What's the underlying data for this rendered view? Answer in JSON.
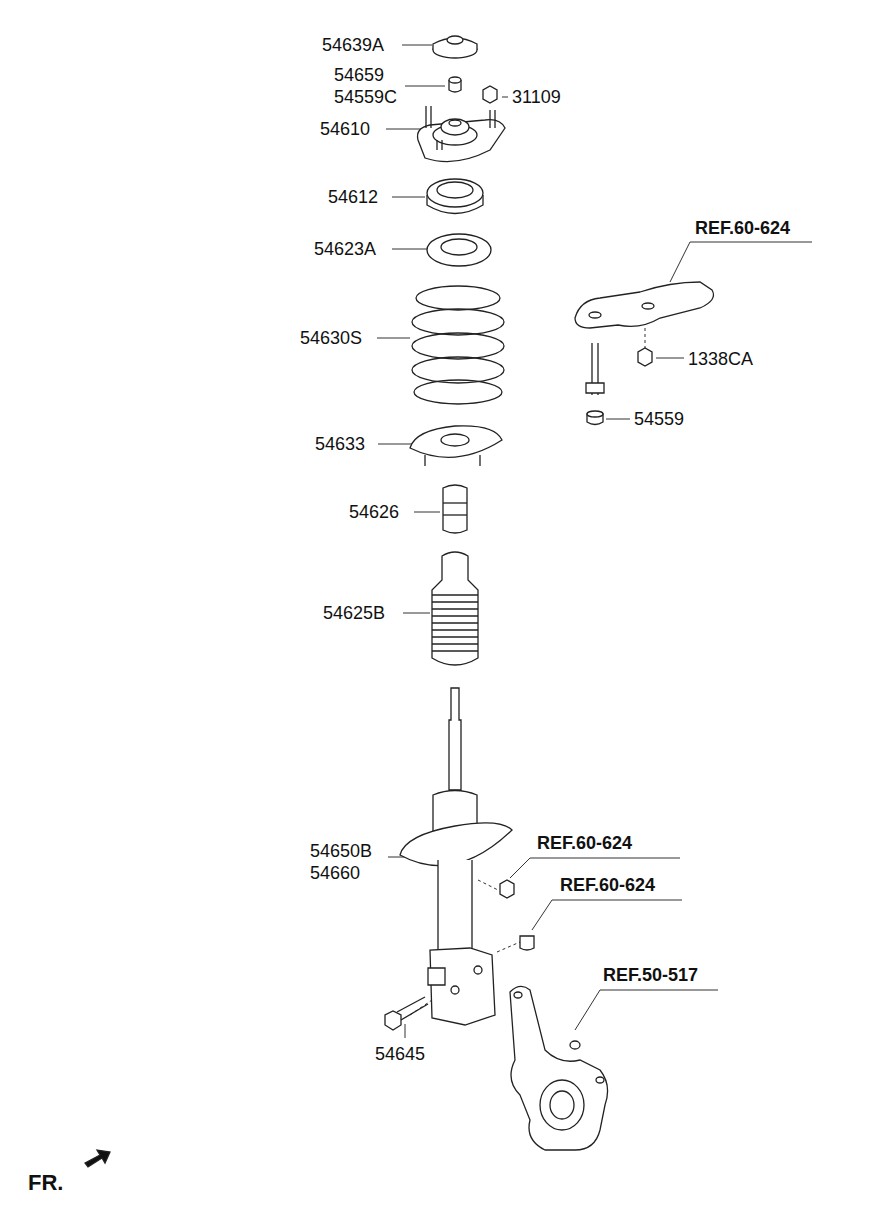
{
  "diagram": {
    "labels": [
      "54639A",
      "54659",
      "54559C",
      "31109",
      "54610",
      "54612",
      "54623A",
      "REF.60-624",
      "54630S",
      "1338CA",
      "54559",
      "54633",
      "54626",
      "54625B",
      "54650B",
      "54660",
      "REF.60-624",
      "REF.60-624",
      "REF.50-517",
      "54645",
      "FR."
    ]
  }
}
